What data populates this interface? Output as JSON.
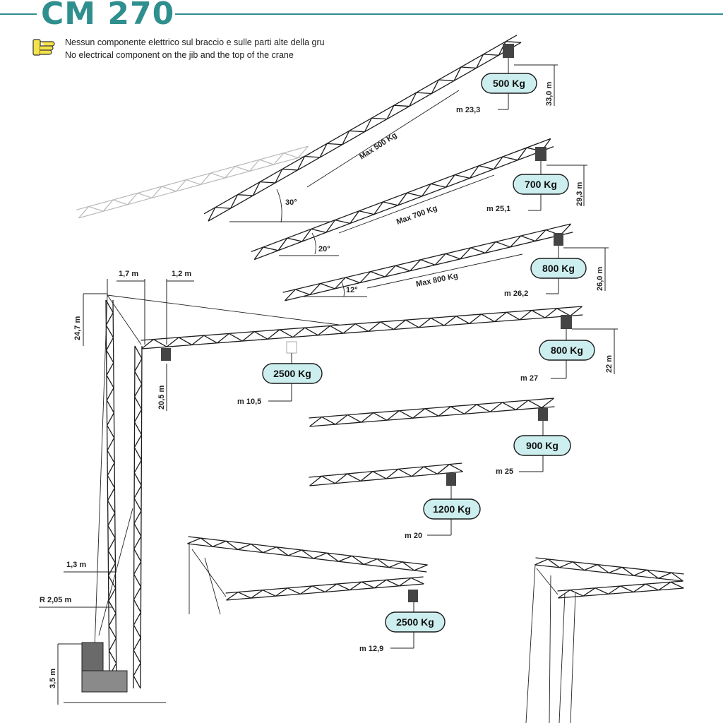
{
  "header": {
    "title": "CM 270",
    "accent_color": "#2f8f8e"
  },
  "notice": {
    "icon": "pointing-hand-icon",
    "line_it": "Nessun componente elettrico sul braccio e sulle parti alte della gru",
    "line_en": "No electrical component on the jib and the top of the crane"
  },
  "configurations": [
    {
      "angle": "30°",
      "max_label": "Max 500 Kg",
      "load": "500 Kg",
      "reach": "m 23,3",
      "height": "33,0 m"
    },
    {
      "angle": "20°",
      "max_label": "Max 700 Kg",
      "load": "700 Kg",
      "reach": "m 25,1",
      "height": "29,3 m"
    },
    {
      "angle": "12°",
      "max_label": "Max 800 Kg",
      "load": "800 Kg",
      "reach": "m 26,2",
      "height": "26,0 m"
    },
    {
      "load": "800 Kg",
      "reach": "m 27",
      "height": "22 m"
    },
    {
      "load": "900 Kg",
      "reach": "m 25"
    },
    {
      "load": "1200 Kg",
      "reach": "m 20"
    },
    {
      "load": "2500 Kg",
      "reach": "m 12,9"
    }
  ],
  "main_crane": {
    "tip_offset_1": "1,7 m",
    "tip_offset_2": "1,2 m",
    "top_height": "24,7 m",
    "hook_height": "20,5 m",
    "near_load": "2500 Kg",
    "near_reach": "m 10,5",
    "mast_offset": "1,3 m",
    "slew_radius": "R 2,05 m",
    "base_height": "3,5 m"
  }
}
